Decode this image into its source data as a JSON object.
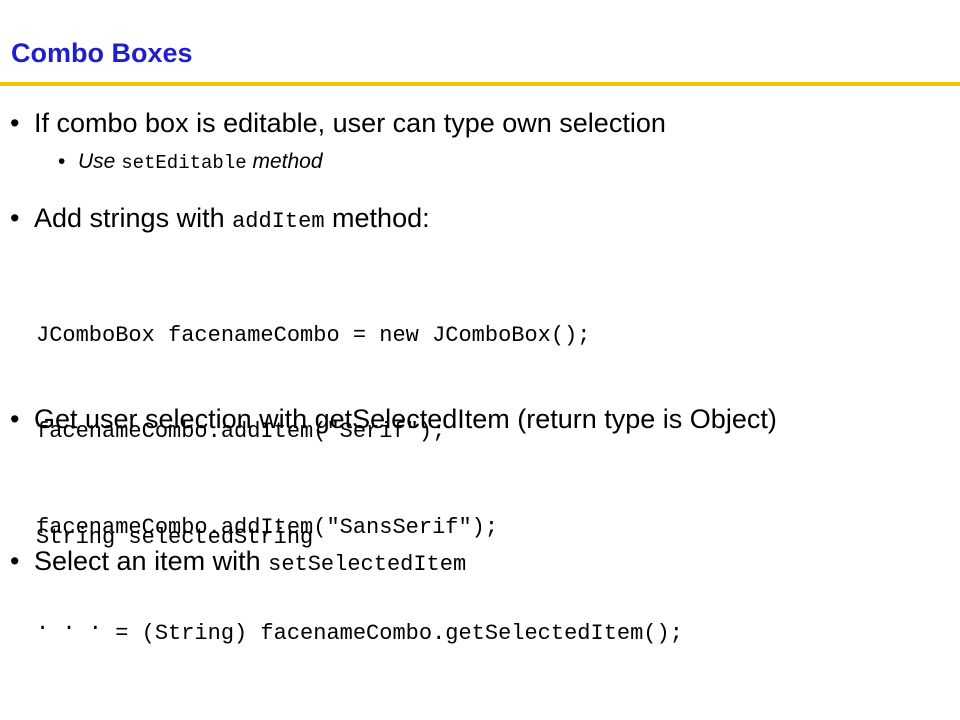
{
  "slide": {
    "title": "Combo Boxes",
    "accent_color": "#f5c400",
    "title_color": "#1f1fcc"
  },
  "bullets": {
    "b1": {
      "text": "If combo box is editable, user can type own selection"
    },
    "b1_sub": {
      "pre": "Use ",
      "code": "setEditable",
      "post": " method"
    },
    "b2": {
      "pre": "Add strings with ",
      "code": "addItem",
      "post": " method:"
    },
    "code1": [
      "JComboBox facenameCombo = new JComboBox();",
      "facenameCombo.addItem(\"Serif\");",
      "facenameCombo.addItem(\"SansSerif\");",
      ". . ."
    ],
    "b3": {
      "text": "Get user selection with getSelectedItem (return type is Object)"
    },
    "code2": [
      "String selectedString",
      "      = (String) facenameCombo.getSelectedItem();"
    ],
    "b4": {
      "pre": "Select an item with ",
      "code": "setSelectedItem"
    }
  }
}
